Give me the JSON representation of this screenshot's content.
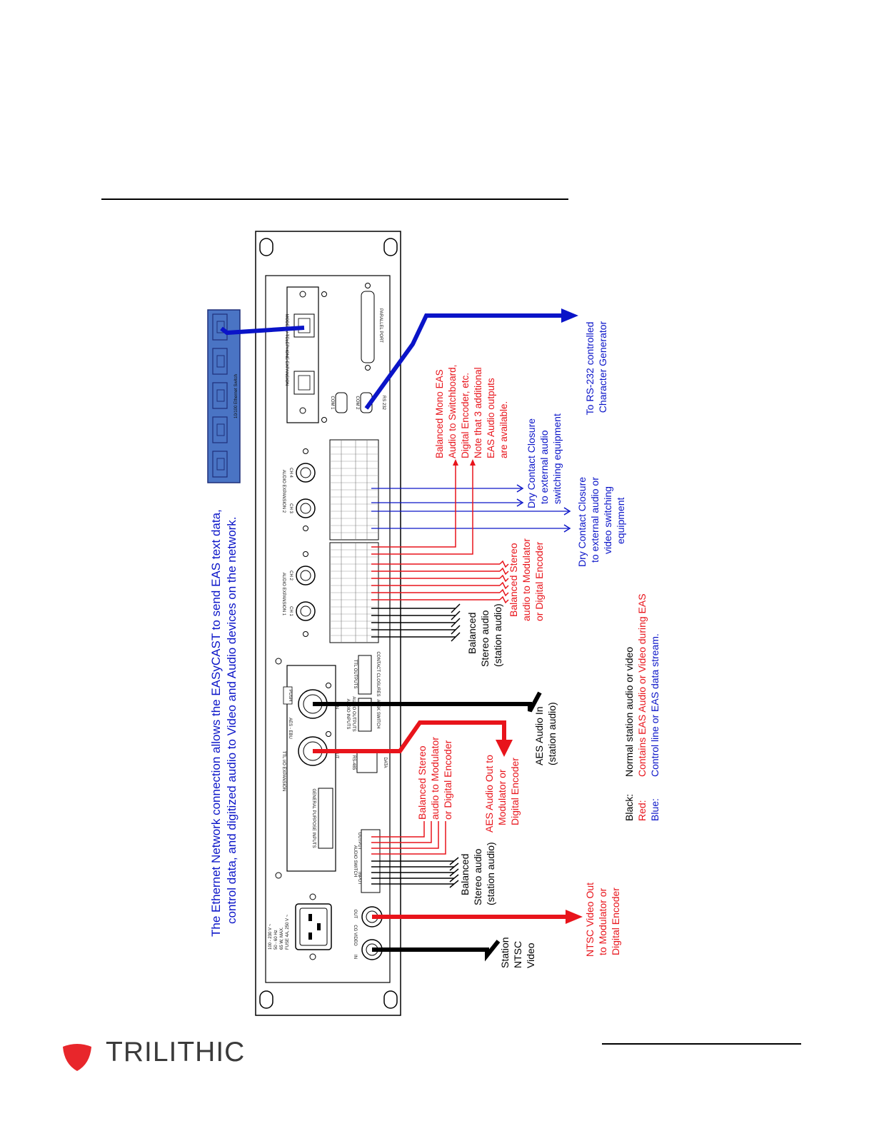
{
  "colors": {
    "black": "#000000",
    "red": "#e8141b",
    "blue": "#0a14c8",
    "switch_fill": "#4a74c4"
  },
  "header_rule": true,
  "ethernet_caption": [
    "The Ethernet Network connection allows the EASyCAST to send EAS text data,",
    "control data, and digitized audio to Video and Audio devices on the network."
  ],
  "switch_label": "10/100 Ethernet Switch",
  "panel": {
    "modem_label": "MODEM / TELEPHONE EXPANSION",
    "parallel_port": "PARALLEL PORT",
    "com1": "COM 1",
    "com2": "COM 2",
    "rs232": "RS 232",
    "audio_exp2": "AUDIO EXPANSION 2",
    "ch3": "CH 3",
    "ch4": "CH 4",
    "audio_exp1": "AUDIO EXPANSION 1",
    "ch1": "CH 1",
    "ch2": "CH 2",
    "ttl_io": "TTL I/O EXPANSION",
    "aes_ebu": "AES - EBU",
    "push": "PUSH",
    "in": "IN",
    "out": "OUT",
    "rs485": "RS-485",
    "data": "DATA",
    "audio_inputs": "AUDIO INPUTS",
    "audio_outputs": "AUDIO OUTPUTS",
    "afsk_switch": "AFSK SWITCH",
    "ttl_outputs": "TTL OUTPUTS",
    "contact_closures": "CONTACT CLOSURES",
    "gpi": "GENERAL PURPOSE INPUTS",
    "audio_switch": "AUDIO SWITCH",
    "as_input": "INPUT",
    "as_output": "OUTPUT",
    "cg_video": "CG VIDEO",
    "cg_in": "IN",
    "cg_out": "OUT",
    "power": [
      "100 - 230 V ~",
      "50 - 60 Hz",
      "65 W, MAX.",
      "FUSE 4A, 250 V ~"
    ]
  },
  "labels": {
    "rs232_cg": [
      "To RS-232 controlled",
      "Character Generator"
    ],
    "mono_eas": [
      "Balanced Mono EAS",
      "Audio to Switchboard,",
      "Digital Encoder, etc.",
      "Note that 3 additional",
      "EAS Audio outputs",
      "are available."
    ],
    "dry1": [
      "Dry Contact Closure",
      "to external audio",
      "switching equipment"
    ],
    "dry2": [
      "Dry Contact Closure",
      "to external audio or",
      "video switching",
      "equipment"
    ],
    "bal_stereo_mod_1": [
      "Balanced Stereo",
      "audio to Modulator",
      "or Digital Encoder"
    ],
    "bal_stereo_station_1": [
      "Balanced",
      "Stereo audio",
      "(station audio)"
    ],
    "aes_in": [
      "AES Audio In",
      "(station audio)"
    ],
    "aes_out": [
      "AES Audio Out to",
      "Modulator or",
      "Digital Encoder"
    ],
    "bal_stereo_mod_2": [
      "Balanced Stereo",
      "audio to Modulator",
      "or Digital Encoder"
    ],
    "bal_stereo_station_2": [
      "Balanced",
      "Stereo audio",
      "(station audio)"
    ],
    "station_video": [
      "Station",
      "NTSC",
      "Video"
    ],
    "ntsc_out": [
      "NTSC Video Out",
      "to Modulator or",
      "Digital Encoder"
    ]
  },
  "legend": {
    "black_key": "Black:",
    "black_val": "Normal station audio or video",
    "red_key": "Red:",
    "red_val": "Contains EAS Audio or Video during EAS",
    "blue_key": "Blue:",
    "blue_val": "Control line or EAS data stream."
  },
  "logo": {
    "text": "TRILITHIC",
    "mark_color": "#e8262b"
  }
}
